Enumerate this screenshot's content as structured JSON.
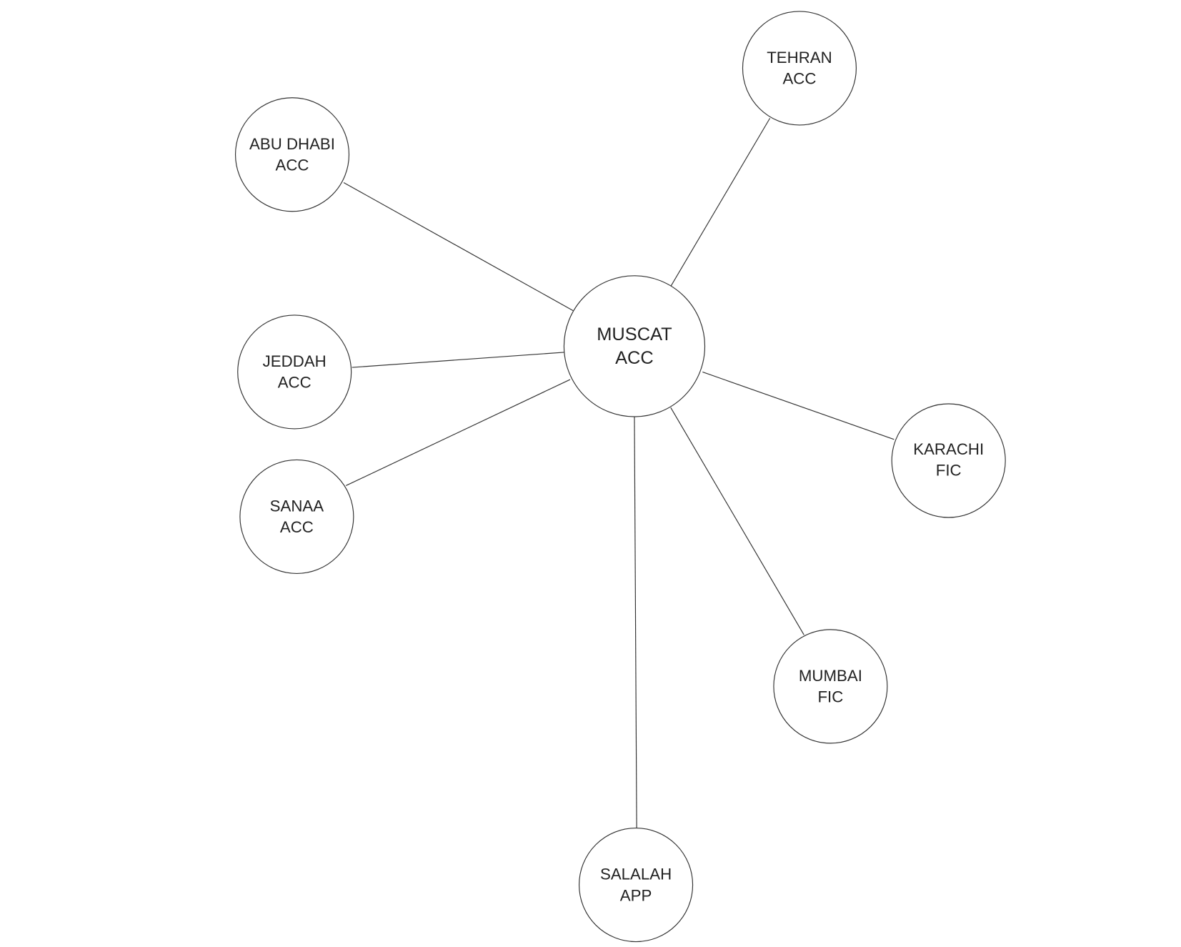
{
  "hub": {
    "line1": "MUSCAT",
    "line2": "ACC"
  },
  "nodes": [
    {
      "line1": "TEHRAN",
      "line2": "ACC"
    },
    {
      "line1": "ABU DHABI",
      "line2": "ACC"
    },
    {
      "line1": "JEDDAH",
      "line2": "ACC"
    },
    {
      "line1": "SANAA",
      "line2": "ACC"
    },
    {
      "line1": "KARACHI",
      "line2": "FIC"
    },
    {
      "line1": "MUMBAI",
      "line2": "FIC"
    },
    {
      "line1": "SALALAH",
      "line2": "APP"
    }
  ]
}
